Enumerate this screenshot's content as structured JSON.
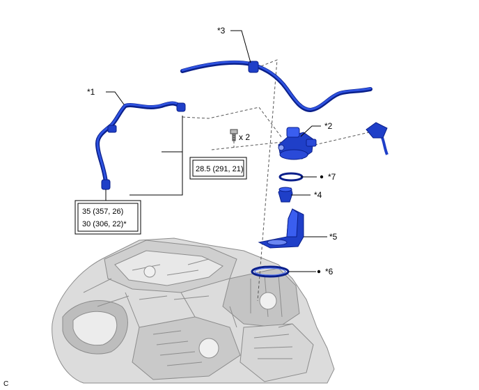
{
  "callouts": {
    "c1": "*1",
    "c2": "*2",
    "c3": "*3",
    "c4": "*4",
    "c5": "*5",
    "c6": "*6",
    "c7": "*7"
  },
  "bolt_qty": "x 2",
  "torque_pump": "28.5 (291, 21)",
  "torque_line": [
    "35 (357, 26)",
    "30 (306, 22)*"
  ],
  "corner_code": "C",
  "colors": {
    "part_blue": "#1f3fc8",
    "part_dark": "#0a1f8a",
    "engine_gray": "#b9b9b9"
  }
}
